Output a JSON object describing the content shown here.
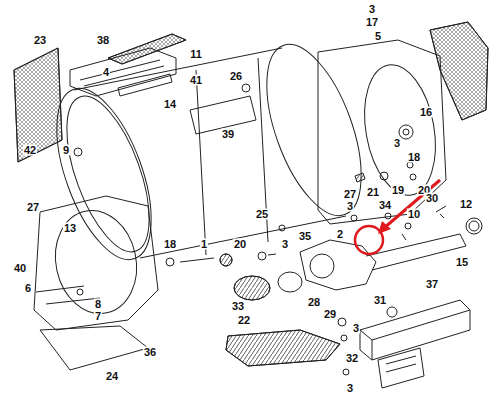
{
  "diagram": {
    "labels": [
      "23",
      "38",
      "11",
      "4",
      "41",
      "14",
      "42",
      "9",
      "26",
      "39",
      "27",
      "27",
      "25",
      "3",
      "17",
      "5",
      "16",
      "3",
      "18",
      "21",
      "19",
      "20",
      "13",
      "40",
      "6",
      "8",
      "7",
      "36",
      "24",
      "18",
      "1",
      "20",
      "3",
      "33",
      "35",
      "3",
      "2",
      "34",
      "10",
      "30",
      "12",
      "15",
      "37",
      "31",
      "28",
      "29",
      "3",
      "22",
      "32",
      "3"
    ]
  }
}
